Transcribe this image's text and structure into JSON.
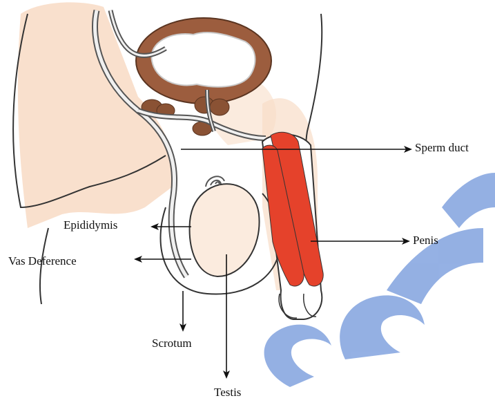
{
  "labels": {
    "sperm_duct": "Sperm duct",
    "penis": "Penis",
    "epididymis": "Epididymis",
    "vas_deference": "Vas Deference",
    "scrotum": "Scrotum",
    "testis": "Testis"
  },
  "colors": {
    "skin": "#f8ddc8",
    "bladder": "#9c5d3e",
    "glands": "#8a5234",
    "penis_tissue": "#e5422b",
    "outline": "#333333",
    "arrow": "#111111",
    "watermark": "#2b63c9"
  },
  "icons": [
    "arrow-right-icon",
    "arrow-left-icon",
    "arrow-down-icon"
  ]
}
